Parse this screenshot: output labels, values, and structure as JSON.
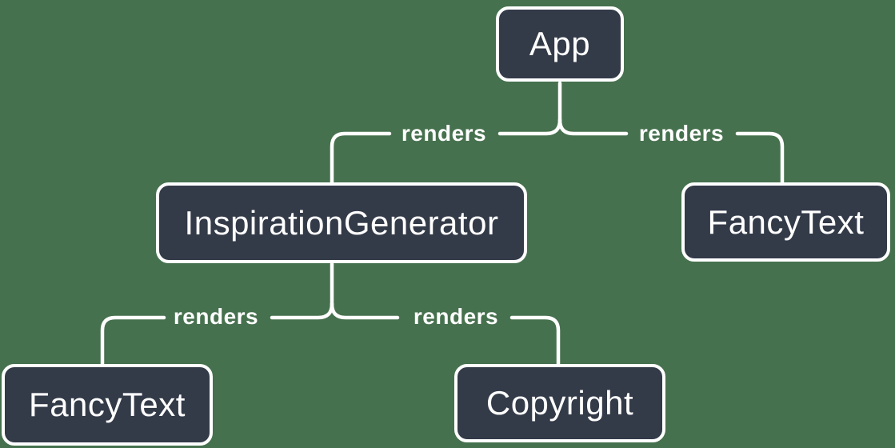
{
  "diagram": {
    "type": "component-render-tree",
    "colors": {
      "background": "#46714E",
      "node_fill": "#333A48",
      "node_border": "#FFFFFF",
      "text": "#FFFFFF",
      "connector": "#FFFFFF"
    },
    "nodes": [
      {
        "id": "app",
        "label": "App"
      },
      {
        "id": "inspiration-generator",
        "label": "InspirationGenerator"
      },
      {
        "id": "fancy-text-right",
        "label": "FancyText"
      },
      {
        "id": "fancy-text-left",
        "label": "FancyText"
      },
      {
        "id": "copyright",
        "label": "Copyright"
      }
    ],
    "edges": [
      {
        "from": "app",
        "to": "inspiration-generator",
        "label": "renders"
      },
      {
        "from": "app",
        "to": "fancy-text-right",
        "label": "renders"
      },
      {
        "from": "inspiration-generator",
        "to": "fancy-text-left",
        "label": "renders"
      },
      {
        "from": "inspiration-generator",
        "to": "copyright",
        "label": "renders"
      }
    ]
  }
}
